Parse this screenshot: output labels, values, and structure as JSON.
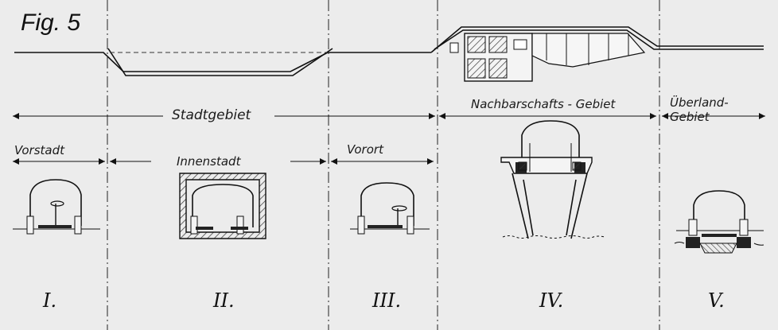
{
  "figure_label": "Fig. 5",
  "zones": {
    "stadtgebiet": "Stadtgebiet",
    "nachbarschafts": "Nachbarschafts - Gebiet",
    "ueberland_line1": "Überland-",
    "ueberland_line2": "Gebiet"
  },
  "subzones": {
    "vorstadt": "Vorstadt",
    "innenstadt": "Innenstadt",
    "vorort": "Vorort"
  },
  "numerals": [
    "I.",
    "II.",
    "III.",
    "IV.",
    "V."
  ],
  "colors": {
    "ink": "#111111",
    "paper": "#ececec",
    "hatch": "#333333"
  }
}
